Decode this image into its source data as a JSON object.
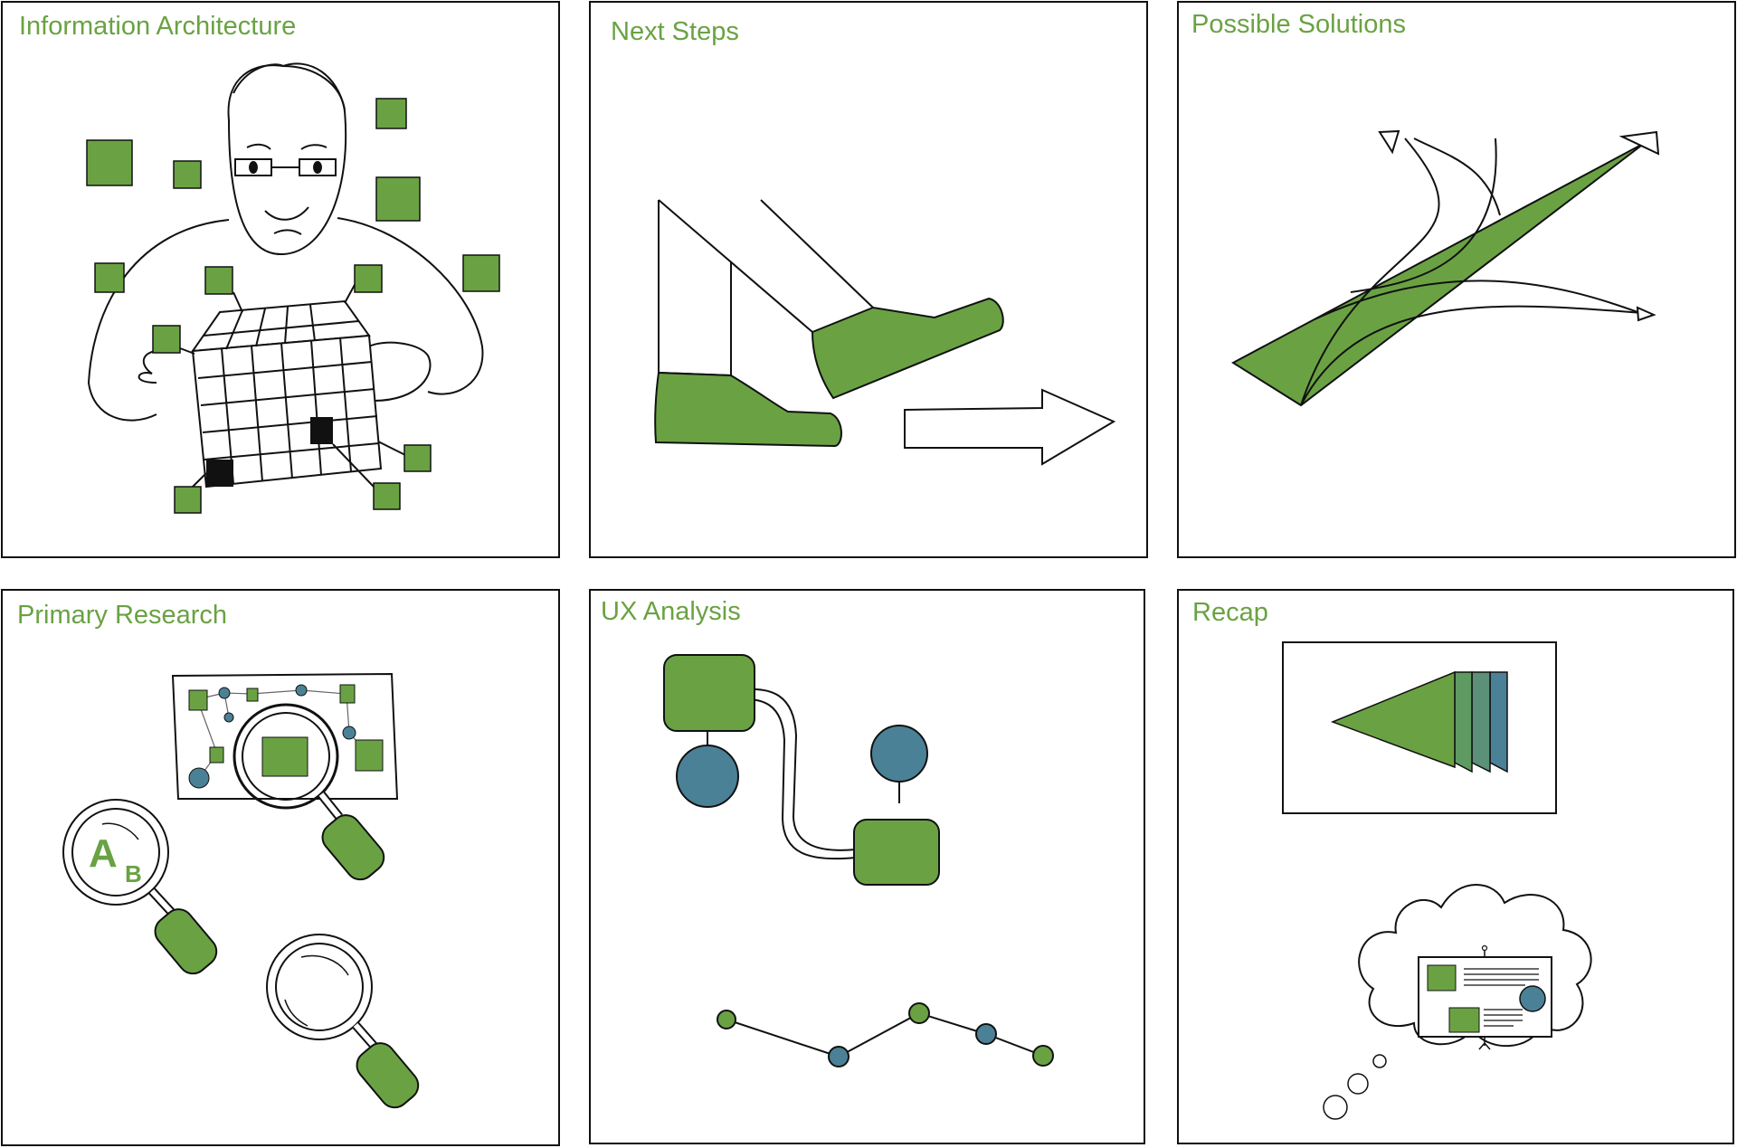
{
  "colors": {
    "green": "#6aa243",
    "teal": "#4b8196",
    "stroke": "#111111"
  },
  "panels": [
    {
      "id": "information-architecture",
      "title": "Information Architecture",
      "icon": "person-holding-grid-icon"
    },
    {
      "id": "next-steps",
      "title": "Next Steps",
      "icon": "footsteps-forward-arrow-icon"
    },
    {
      "id": "possible-solutions",
      "title": "Possible Solutions",
      "icon": "branching-arrows-icon"
    },
    {
      "id": "primary-research",
      "title": "Primary Research",
      "icon": "magnifying-glasses-icon"
    },
    {
      "id": "ux-analysis",
      "title": "UX Analysis",
      "icon": "flow-diagram-icon"
    },
    {
      "id": "recap",
      "title": "Recap",
      "icon": "presentation-thought-cloud-icon"
    }
  ],
  "ab_test_glyphs": {
    "a": "A",
    "b": "B"
  }
}
